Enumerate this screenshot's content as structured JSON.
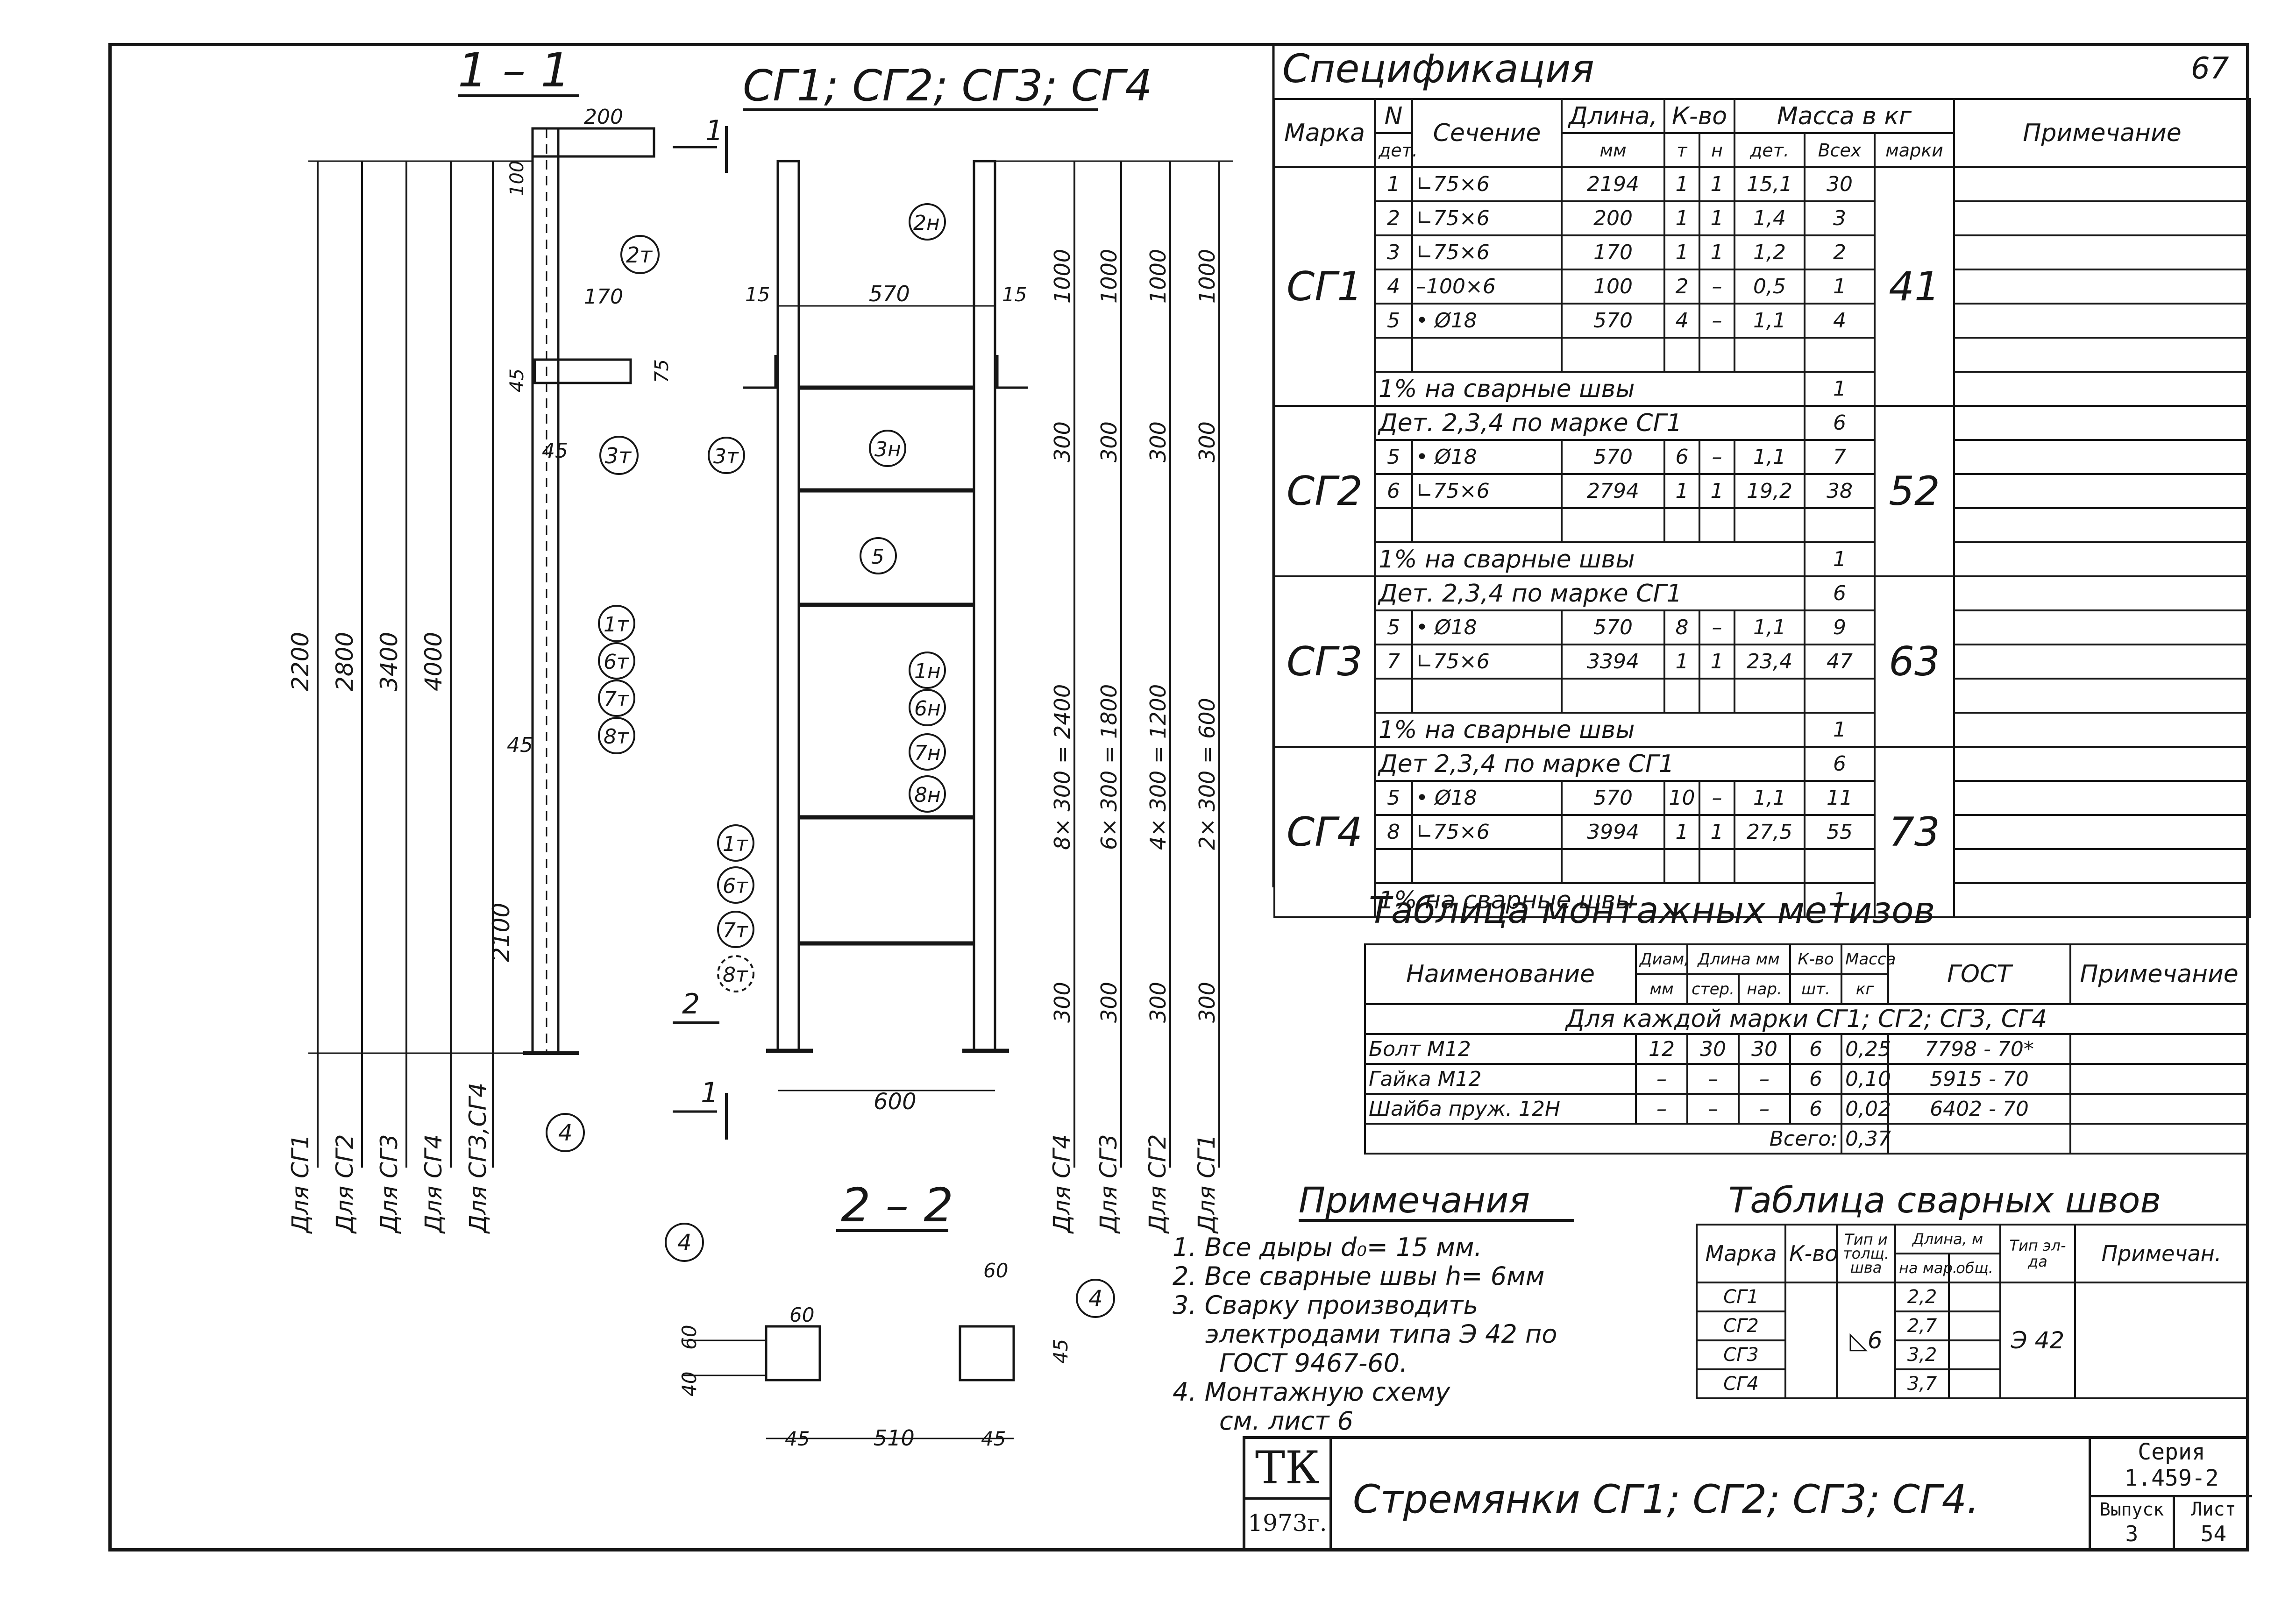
{
  "sheet_number": "67",
  "drawing_titles": {
    "section_1_1": "1 – 1",
    "ladders": "СГ1; СГ2; СГ3; СГ4",
    "section_2_2": "2 – 2",
    "cut_1": "1",
    "cut_2": "2"
  },
  "dims": {
    "d200": "200",
    "d100": "100",
    "d170": "170",
    "d45a": "45",
    "d75": "75",
    "d45b": "45",
    "d15a": "15",
    "d570": "570",
    "d15b": "15",
    "d600": "600",
    "d45c": "45",
    "d2100": "2100",
    "h2200": "2200",
    "h2800": "2800",
    "h3400": "3400",
    "h4000": "4000",
    "h1000a": "1000",
    "h1000b": "1000",
    "h1000c": "1000",
    "h1000d": "1000",
    "h300": "300",
    "c8x300": "8× 300 = 2400",
    "c6x300": "6× 300 = 1800",
    "c4x300": "4× 300 = 1200",
    "c2x300": "2× 300 = 600",
    "s60a": "60",
    "s60b": "60",
    "s40": "40",
    "s45a": "45",
    "s510": "510",
    "s45b": "45",
    "s60c": "60",
    "s45c": "45"
  },
  "for_labels": {
    "l1": "Для СГ1",
    "l2": "Для СГ2",
    "l3": "Для СГ3",
    "l4": "Для СГ4",
    "l5": "Для СГ3,СГ4",
    "r4": "Для СГ4",
    "r3": "Для СГ3",
    "r2": "Для СГ2",
    "r1": "Для СГ1"
  },
  "callouts": {
    "c2t": "2т",
    "c3t_a": "3т",
    "c1t_a": "1т",
    "c6t_a": "6т",
    "c7t_a": "7т",
    "c8t_a": "8т",
    "c4_a": "4",
    "c2n": "2н",
    "c3t_b": "3т",
    "c3n": "3н",
    "c5": "5",
    "c1n": "1н",
    "c6n": "6н",
    "c7n": "7н",
    "c8n": "8н",
    "c1t_b": "1т",
    "c6t_b": "6т",
    "c7t_b": "7т",
    "c8t_b": "8т",
    "c4_b": "4",
    "c4_c": "4"
  },
  "specification": {
    "title": "Спецификация",
    "headers": {
      "mark": "Марка",
      "n": "N",
      "det": "дет.",
      "section": "Сечение",
      "length": "Длина,",
      "mm": "мм",
      "qty": "К-во",
      "t": "т",
      "n_col": "н",
      "mass": "Масса в кг",
      "m_det": "дет.",
      "m_all": "Всех",
      "m_mark": "марки",
      "note": "Примечание"
    },
    "groups": [
      {
        "mark": "СГ1",
        "mass_mark": "41",
        "rows": [
          {
            "n": "1",
            "section": "∟75×6",
            "length": "2194",
            "t": "1",
            "h": "1",
            "m_det": "15,1",
            "m_all": "30"
          },
          {
            "n": "2",
            "section": "∟75×6",
            "length": "200",
            "t": "1",
            "h": "1",
            "m_det": "1,4",
            "m_all": "3"
          },
          {
            "n": "3",
            "section": "∟75×6",
            "length": "170",
            "t": "1",
            "h": "1",
            "m_det": "1,2",
            "m_all": "2"
          },
          {
            "n": "4",
            "section": "–100×6",
            "length": "100",
            "t": "2",
            "h": "–",
            "m_det": "0,5",
            "m_all": "1"
          },
          {
            "n": "5",
            "section": "• Ø18",
            "length": "570",
            "t": "4",
            "h": "–",
            "m_det": "1,1",
            "m_all": "4"
          }
        ],
        "welds_text": "1% на сварные швы",
        "welds_val": "1"
      },
      {
        "mark": "СГ2",
        "mass_mark": "52",
        "ref_text": "Дет. 2,3,4 по марке СГ1",
        "ref_val": "6",
        "rows": [
          {
            "n": "5",
            "section": "• Ø18",
            "length": "570",
            "t": "6",
            "h": "–",
            "m_det": "1,1",
            "m_all": "7"
          },
          {
            "n": "6",
            "section": "∟75×6",
            "length": "2794",
            "t": "1",
            "h": "1",
            "m_det": "19,2",
            "m_all": "38"
          }
        ],
        "welds_text": "1% на сварные швы",
        "welds_val": "1"
      },
      {
        "mark": "СГ3",
        "mass_mark": "63",
        "ref_text": "Дет. 2,3,4 по марке СГ1",
        "ref_val": "6",
        "rows": [
          {
            "n": "5",
            "section": "• Ø18",
            "length": "570",
            "t": "8",
            "h": "–",
            "m_det": "1,1",
            "m_all": "9"
          },
          {
            "n": "7",
            "section": "∟75×6",
            "length": "3394",
            "t": "1",
            "h": "1",
            "m_det": "23,4",
            "m_all": "47"
          }
        ],
        "welds_text": "1% на сварные швы",
        "welds_val": "1"
      },
      {
        "mark": "СГ4",
        "mass_mark": "73",
        "ref_text": "Дет 2,3,4 по марке СГ1",
        "ref_val": "6",
        "rows": [
          {
            "n": "5",
            "section": "• Ø18",
            "length": "570",
            "t": "10",
            "h": "–",
            "m_det": "1,1",
            "m_all": "11"
          },
          {
            "n": "8",
            "section": "∟75×6",
            "length": "3994",
            "t": "1",
            "h": "1",
            "m_det": "27,5",
            "m_all": "55"
          }
        ],
        "welds_text": "1% на сварные швы",
        "welds_val": "1"
      }
    ]
  },
  "fasteners": {
    "title": "Таблица монтажных метизов",
    "headers": {
      "name": "Наименование",
      "diam": "Диам,",
      "diam_u": "мм",
      "length": "Длина мм",
      "len_rod": "стер.",
      "len_nar": "нар.",
      "qty": "К-во",
      "qty_u": "шт.",
      "mass": "Масса",
      "mass_u": "кг",
      "gost": "ГОСТ",
      "note": "Примечание"
    },
    "for_each": "Для каждой марки СГ1; СГ2; СГ3, СГ4",
    "rows": [
      {
        "name": "Болт М12",
        "diam": "12",
        "rod": "30",
        "nar": "30",
        "qty": "6",
        "mass": "0,25",
        "gost": "7798 - 70*"
      },
      {
        "name": "Гайка М12",
        "diam": "–",
        "rod": "–",
        "nar": "–",
        "qty": "6",
        "mass": "0,10",
        "gost": "5915 - 70"
      },
      {
        "name": "Шайба пруж. 12Н",
        "diam": "–",
        "rod": "–",
        "nar": "–",
        "qty": "6",
        "mass": "0,02",
        "gost": "6402 - 70"
      }
    ],
    "total_label": "Всего:",
    "total_value": "0,37"
  },
  "notes": {
    "title": "Примечания",
    "items": [
      "1. Все дыры d₀= 15 мм.",
      "2. Все сварные швы h= 6мм",
      "3. Сварку производить",
      "электродами типа Э 42 по",
      "ГОСТ 9467-60.",
      "4. Монтажную схему",
      "см. лист 6"
    ]
  },
  "welds": {
    "title": "Таблица сварных швов",
    "headers": {
      "mark": "Марка",
      "qty": "К-во",
      "type": "Тип и толщ. шва",
      "length": "Длина, м",
      "len_na": "на мар.",
      "len_all": "общ.",
      "el_type": "Тип эл-да",
      "note": "Примечан."
    },
    "rows": [
      {
        "mark": "СГ1",
        "na": "2,2"
      },
      {
        "mark": "СГ2",
        "na": "2,7"
      },
      {
        "mark": "СГ3",
        "na": "3,2"
      },
      {
        "mark": "СГ4",
        "na": "3,7"
      }
    ],
    "weld_type": "6",
    "electrode": "Э 42"
  },
  "title_block": {
    "org": "ТК",
    "year": "1973г.",
    "title": "Стремянки СГ1; СГ2; СГ3; СГ4.",
    "series_label": "Серия",
    "series_value": "1.459-2",
    "issue_label": "Выпуск",
    "issue_value": "3",
    "sheet_label": "Лист",
    "sheet_value": "54"
  }
}
